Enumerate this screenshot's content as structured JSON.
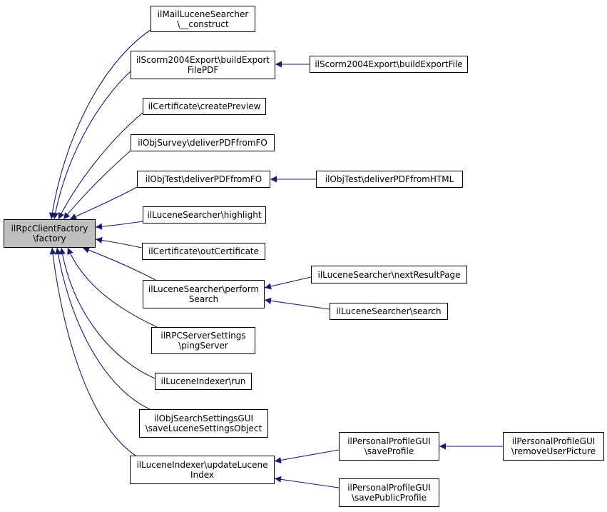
{
  "diagram": {
    "root": {
      "line1": "ilRpcClientFactory",
      "line2": "\\factory",
      "fill": "#bfbfbf"
    },
    "callers": [
      {
        "line1": "ilMailLuceneSearcher",
        "line2": "\\__construct"
      },
      {
        "line1": "ilScorm2004Export\\buildExport",
        "line2": "FilePDF"
      },
      {
        "line1": "ilCertificate\\createPreview"
      },
      {
        "line1": "ilObjSurvey\\deliverPDFfromFO"
      },
      {
        "line1": "ilObjTest\\deliverPDFfromFO"
      },
      {
        "line1": "ilLuceneSearcher\\highlight"
      },
      {
        "line1": "ilCertificate\\outCertificate"
      },
      {
        "line1": "ilLuceneSearcher\\perform",
        "line2": "Search"
      },
      {
        "line1": "ilRPCServerSettings",
        "line2": "\\pingServer"
      },
      {
        "line1": "ilLuceneIndexer\\run"
      },
      {
        "line1": "ilObjSearchSettingsGUI",
        "line2": "\\saveLuceneSettingsObject"
      },
      {
        "line1": "ilLuceneIndexer\\updateLucene",
        "line2": "Index"
      }
    ],
    "second_level": [
      {
        "line1": "ilScorm2004Export\\buildExportFile"
      },
      {
        "line1": "ilObjTest\\deliverPDFfromHTML"
      },
      {
        "line1": "ilLuceneSearcher\\nextResultPage"
      },
      {
        "line1": "ilLuceneSearcher\\search"
      },
      {
        "line1": "ilPersonalProfileGUI",
        "line2": "\\saveProfile"
      },
      {
        "line1": "ilPersonalProfileGUI",
        "line2": "\\savePublicProfile"
      }
    ],
    "third_level": [
      {
        "line1": "ilPersonalProfileGUI",
        "line2": "\\removeUserPicture"
      }
    ],
    "colors": {
      "edge": "#191970",
      "border": "#000000",
      "node_fill": "#ffffff"
    }
  }
}
